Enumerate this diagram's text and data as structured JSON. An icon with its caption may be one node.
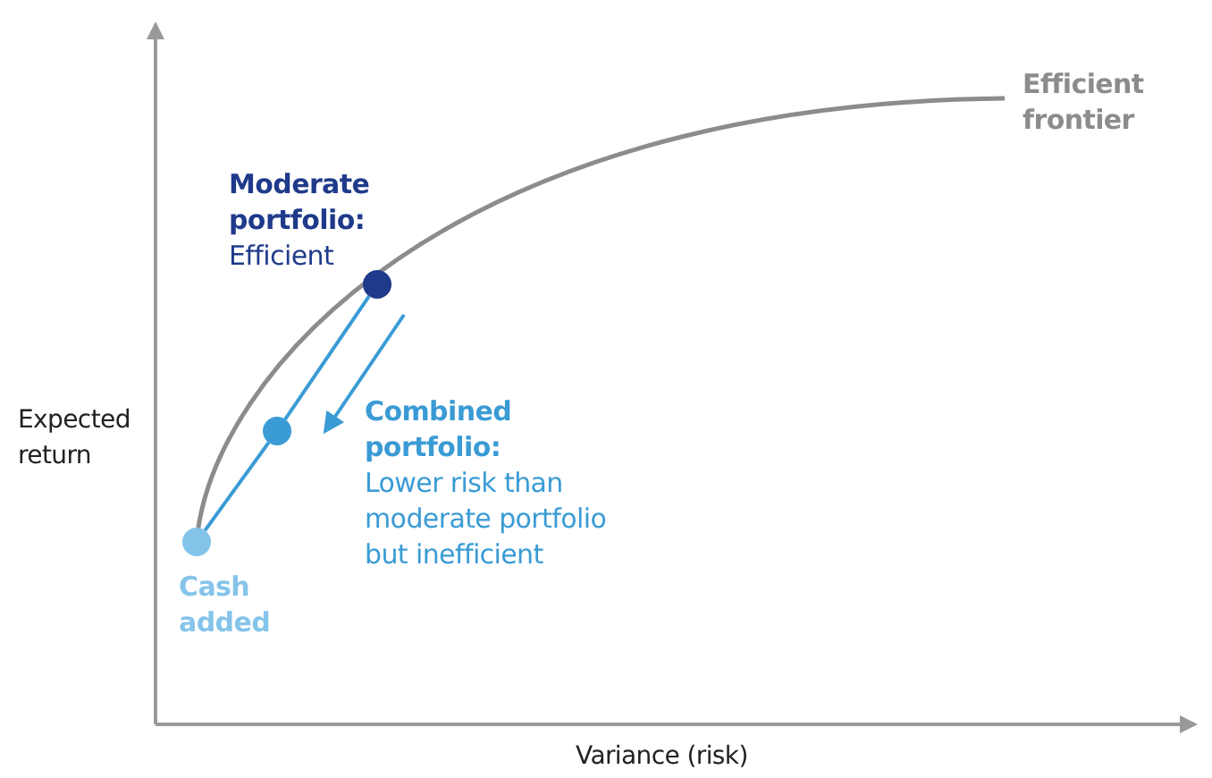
{
  "diagram": {
    "nodes": [
      {
        "text": [
          "Moderate portfolio:",
          "Efficient"
        ]
      },
      {
        "text": [
          "Combined portfolio:",
          "Lower risk than moderate portfolio but inefficient"
        ]
      },
      {
        "text": [
          "Cash added"
        ]
      }
    ],
    "edges": [
      {
        "from": 0,
        "to": 1,
        "arrow": "none"
      },
      {
        "from": 1,
        "to": 2,
        "arrow": "none"
      }
    ],
    "labels": [
      "Efficient frontier",
      "Expected return",
      "Variance (risk)"
    ]
  }
}
